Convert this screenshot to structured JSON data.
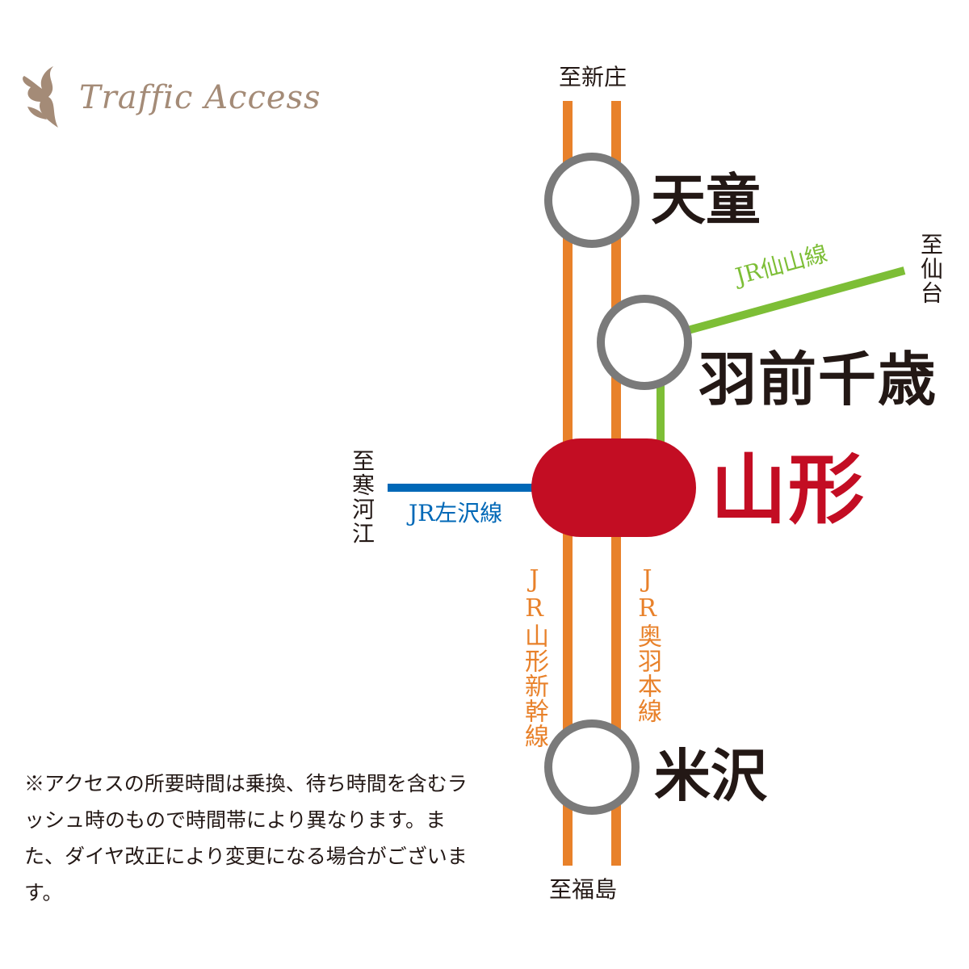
{
  "logo": {
    "text": "Traffic Access",
    "icon": "leaf-ornament-icon"
  },
  "colors": {
    "shinkansen": "#e8812a",
    "ou_line": "#e8812a",
    "senzan": "#7dbe36",
    "aterazawa": "#0068b7",
    "yamagata": "#c30d23",
    "station_ring": "#7a7a7a",
    "logo": "#a48b77"
  },
  "destinations": {
    "north": "至新庄",
    "south": "至福島",
    "east": "至仙台",
    "west": "至寒河江"
  },
  "stations": {
    "tendo": "天童",
    "uzen_chitose": "羽前千歳",
    "yamagata": "山形",
    "yonezawa": "米沢"
  },
  "lines": {
    "senzan": "JR仙山線",
    "aterazawa": "JR左沢線",
    "shinkansen": "JR山形新幹線",
    "ou": "JR奥羽本線"
  },
  "note": "※アクセスの所要時間は乗換、待ち時間を含むラッシュ時のもので時間帯により異なります。また、ダイヤ改正により変更になる場合がございます。"
}
